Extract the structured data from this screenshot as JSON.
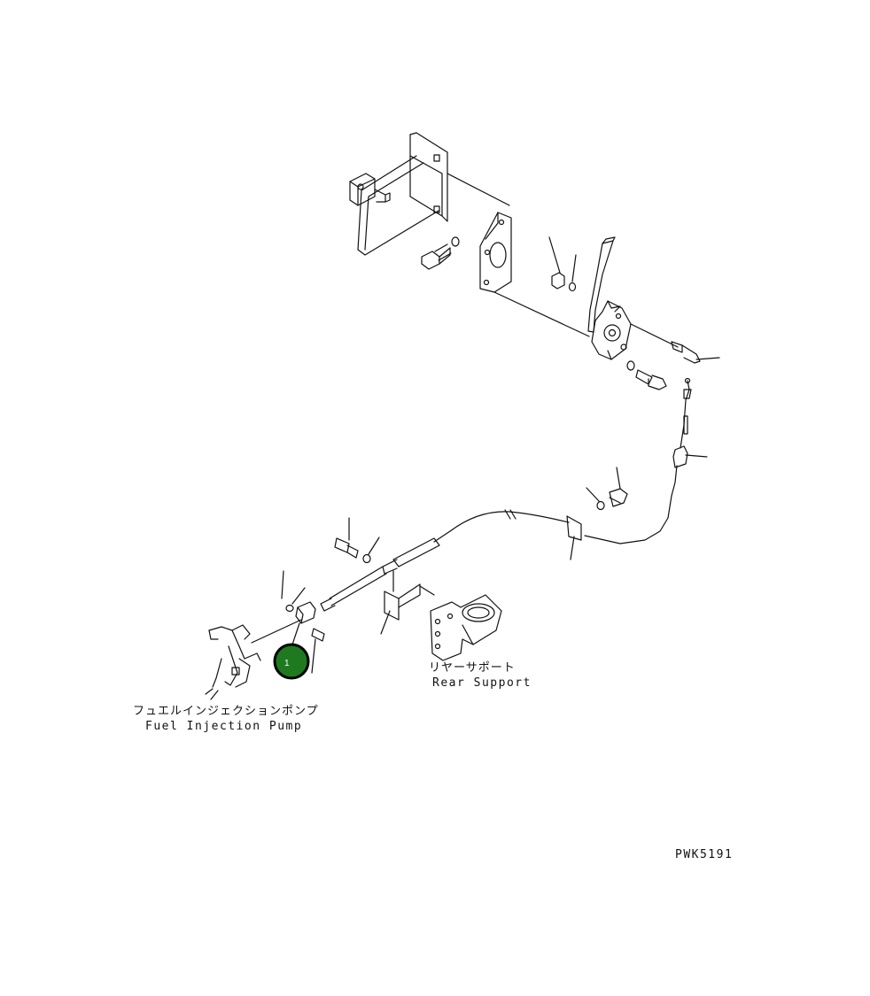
{
  "labels": {
    "fuel_pump_jp": "フュエルインジェクションポンプ",
    "fuel_pump_en": "Fuel Injection Pump",
    "rear_support_jp": "リヤーサポート",
    "rear_support_en": "Rear Support",
    "drawing_code": "PWK5191"
  },
  "callouts": [
    {
      "number": "1",
      "color": "#1f7a1f",
      "border": "#000000"
    }
  ]
}
